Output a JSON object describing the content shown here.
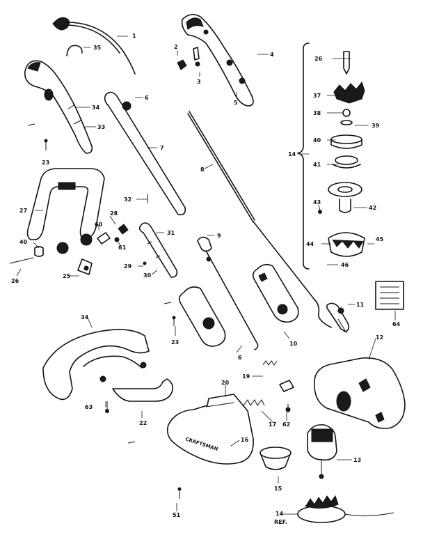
{
  "diagram": {
    "brand_text": "CRAFTSMAN",
    "labels": [
      "1",
      "35",
      "2",
      "3",
      "4",
      "5",
      "6",
      "34",
      "33",
      "23",
      "7",
      "8",
      "26",
      "37",
      "38",
      "39",
      "40",
      "41",
      "14",
      "43",
      "42",
      "44",
      "45",
      "46",
      "27",
      "32",
      "28",
      "60",
      "61",
      "31",
      "9",
      "40",
      "26",
      "25",
      "29",
      "30",
      "11",
      "64",
      "23",
      "10",
      "12",
      "34",
      "19",
      "63",
      "6",
      "22",
      "20",
      "17",
      "62",
      "16",
      "13",
      "15",
      "51",
      "14",
      "REF."
    ]
  }
}
